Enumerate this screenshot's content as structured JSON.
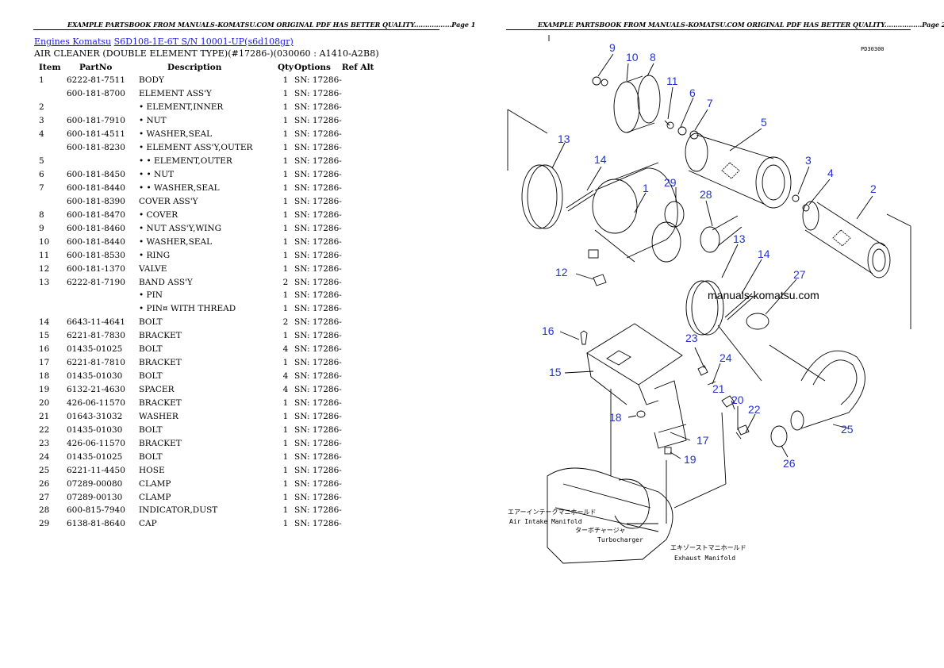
{
  "page1_header": "EXAMPLE PARTSBOOK FROM MANUALS-KOMATSU.COM ORIGINAL PDF HAS BETTER QUALITY.................Page 1",
  "page2_header": "EXAMPLE PARTSBOOK FROM MANUALS-KOMATSU.COM ORIGINAL PDF HAS BETTER QUALITY.................Page 2",
  "breadcrumb": {
    "link1": "Engines Komatsu",
    "link2": "S6D108-1E-6T S/N 10001-UP(s6d108gr)"
  },
  "subtitle": "AIR CLEANER (DOUBLE ELEMENT TYPE)(#17286-)(030060 : A1410-A2B8)",
  "table": {
    "headers": {
      "item": "Item",
      "partno": "PartNo",
      "description": "Description",
      "qty": "Qty",
      "options": "Options",
      "refalt": "Ref Alt"
    },
    "rows": [
      {
        "item": "1",
        "partno": "6222-81-7511",
        "desc": "BODY",
        "qty": "1",
        "opt": "SN: 17286-"
      },
      {
        "item": "",
        "partno": "600-181-8700",
        "desc": "ELEMENT ASS'Y",
        "qty": "1",
        "opt": "SN: 17286-"
      },
      {
        "item": "2",
        "partno": "",
        "desc": "• ELEMENT,INNER",
        "qty": "1",
        "opt": "SN: 17286-"
      },
      {
        "item": "3",
        "partno": "600-181-7910",
        "desc": "• NUT",
        "qty": "1",
        "opt": "SN: 17286-"
      },
      {
        "item": "4",
        "partno": "600-181-4511",
        "desc": "• WASHER,SEAL",
        "qty": "1",
        "opt": "SN: 17286-"
      },
      {
        "item": "",
        "partno": "600-181-8230",
        "desc": "• ELEMENT ASS'Y,OUTER",
        "qty": "1",
        "opt": "SN: 17286-"
      },
      {
        "item": "5",
        "partno": "",
        "desc": "• • ELEMENT,OUTER",
        "qty": "1",
        "opt": "SN: 17286-"
      },
      {
        "item": "6",
        "partno": "600-181-8450",
        "desc": "• • NUT",
        "qty": "1",
        "opt": "SN: 17286-"
      },
      {
        "item": "7",
        "partno": "600-181-8440",
        "desc": "• • WASHER,SEAL",
        "qty": "1",
        "opt": "SN: 17286-"
      },
      {
        "item": "",
        "partno": "600-181-8390",
        "desc": "COVER ASS'Y",
        "qty": "1",
        "opt": "SN: 17286-"
      },
      {
        "item": "8",
        "partno": "600-181-8470",
        "desc": "• COVER",
        "qty": "1",
        "opt": "SN: 17286-"
      },
      {
        "item": "9",
        "partno": "600-181-8460",
        "desc": "• NUT ASS'Y,WING",
        "qty": "1",
        "opt": "SN: 17286-"
      },
      {
        "item": "10",
        "partno": "600-181-8440",
        "desc": "• WASHER,SEAL",
        "qty": "1",
        "opt": "SN: 17286-"
      },
      {
        "item": "11",
        "partno": "600-181-8530",
        "desc": "• RING",
        "qty": "1",
        "opt": "SN: 17286-"
      },
      {
        "item": "12",
        "partno": "600-181-1370",
        "desc": "VALVE",
        "qty": "1",
        "opt": "SN: 17286-"
      },
      {
        "item": "13",
        "partno": "6222-81-7190",
        "desc": "BAND ASS'Y",
        "qty": "2",
        "opt": "SN: 17286-"
      },
      {
        "item": "",
        "partno": "",
        "desc": "• PIN",
        "qty": "1",
        "opt": "SN: 17286-"
      },
      {
        "item": "",
        "partno": "",
        "desc": "• PIN¤ WITH THREAD",
        "qty": "1",
        "opt": "SN: 17286-"
      },
      {
        "item": "14",
        "partno": "6643-11-4641",
        "desc": "BOLT",
        "qty": "2",
        "opt": "SN: 17286-"
      },
      {
        "item": "15",
        "partno": "6221-81-7830",
        "desc": "BRACKET",
        "qty": "1",
        "opt": "SN: 17286-"
      },
      {
        "item": "16",
        "partno": "01435-01025",
        "desc": "BOLT",
        "qty": "4",
        "opt": "SN: 17286-"
      },
      {
        "item": "17",
        "partno": "6221-81-7810",
        "desc": "BRACKET",
        "qty": "1",
        "opt": "SN: 17286-"
      },
      {
        "item": "18",
        "partno": "01435-01030",
        "desc": "BOLT",
        "qty": "4",
        "opt": "SN: 17286-"
      },
      {
        "item": "19",
        "partno": "6132-21-4630",
        "desc": "SPACER",
        "qty": "4",
        "opt": "SN: 17286-"
      },
      {
        "item": "20",
        "partno": "426-06-11570",
        "desc": "BRACKET",
        "qty": "1",
        "opt": "SN: 17286-"
      },
      {
        "item": "21",
        "partno": "01643-31032",
        "desc": "WASHER",
        "qty": "1",
        "opt": "SN: 17286-"
      },
      {
        "item": "22",
        "partno": "01435-01030",
        "desc": "BOLT",
        "qty": "1",
        "opt": "SN: 17286-"
      },
      {
        "item": "23",
        "partno": "426-06-11570",
        "desc": "BRACKET",
        "qty": "1",
        "opt": "SN: 17286-"
      },
      {
        "item": "24",
        "partno": "01435-01025",
        "desc": "BOLT",
        "qty": "1",
        "opt": "SN: 17286-"
      },
      {
        "item": "25",
        "partno": "6221-11-4450",
        "desc": "HOSE",
        "qty": "1",
        "opt": "SN: 17286-"
      },
      {
        "item": "26",
        "partno": "07289-00080",
        "desc": "CLAMP",
        "qty": "1",
        "opt": "SN: 17286-"
      },
      {
        "item": "27",
        "partno": "07289-00130",
        "desc": "CLAMP",
        "qty": "1",
        "opt": "SN: 17286-"
      },
      {
        "item": "28",
        "partno": "600-815-7940",
        "desc": "INDICATOR,DUST",
        "qty": "1",
        "opt": "SN: 17286-"
      },
      {
        "item": "29",
        "partno": "6138-81-8640",
        "desc": "CAP",
        "qty": "1",
        "opt": "SN: 17286-"
      }
    ]
  },
  "diagram": {
    "code": "PD30300",
    "watermark": "manuals-komatsu.com",
    "label_air_intake_jp": "エアーインテークマニホールド",
    "label_air_intake_en": "Air Intake Manifold",
    "label_turbo_jp": "ターボチャージャ",
    "label_turbo_en": "Turbocharger",
    "label_exhaust_jp": "エキゾーストマニホールド",
    "label_exhaust_en": "Exhaust Manifold",
    "callouts": [
      "1",
      "2",
      "3",
      "4",
      "5",
      "6",
      "7",
      "8",
      "9",
      "10",
      "11",
      "12",
      "13",
      "13",
      "14",
      "14",
      "15",
      "16",
      "17",
      "18",
      "19",
      "20",
      "21",
      "22",
      "23",
      "24",
      "25",
      "26",
      "27",
      "28",
      "29"
    ]
  }
}
